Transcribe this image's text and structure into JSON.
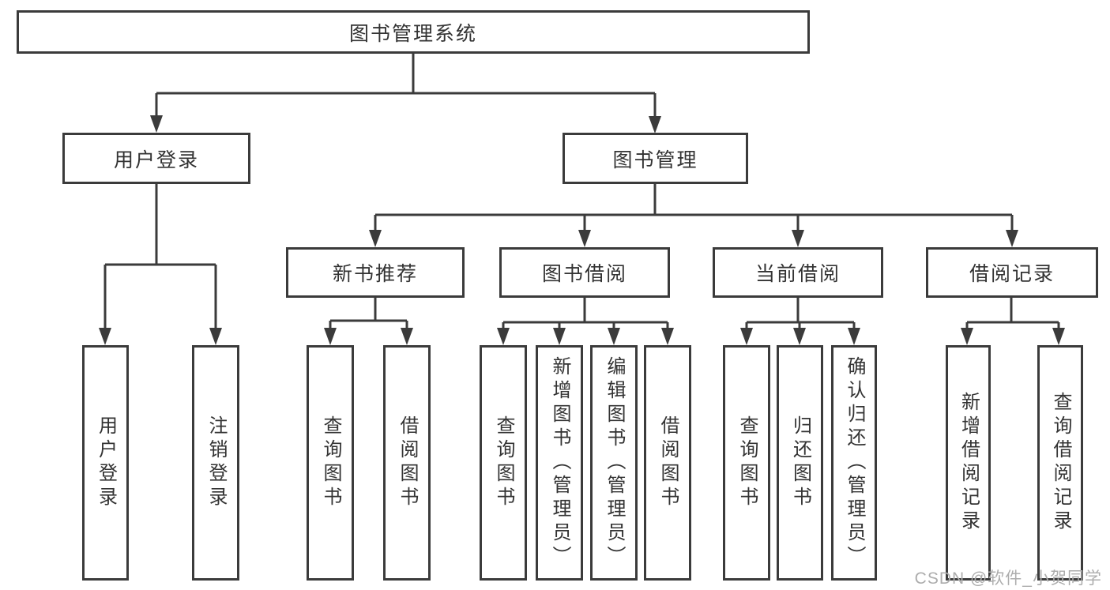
{
  "title": {
    "label": "图书管理系统"
  },
  "level1": {
    "user_login": {
      "label": "用户登录"
    },
    "book_mgmt": {
      "label": "图书管理"
    }
  },
  "level2": {
    "new_books": {
      "label": "新书推荐"
    },
    "borrowing": {
      "label": "图书借阅"
    },
    "current": {
      "label": "当前借阅"
    },
    "records": {
      "label": "借阅记录"
    }
  },
  "leaves": {
    "login": {
      "label": "用户登录"
    },
    "logout": {
      "label": "注销登录"
    },
    "nb_query": {
      "label": "查询图书"
    },
    "nb_borrow": {
      "label": "借阅图书"
    },
    "bw_query": {
      "label": "查询图书"
    },
    "bw_add": {
      "label": "新增图书（管理员）"
    },
    "bw_edit": {
      "label": "编辑图书（管理员）"
    },
    "bw_borrow": {
      "label": "借阅图书"
    },
    "cur_query": {
      "label": "查询图书"
    },
    "cur_return": {
      "label": "归还图书"
    },
    "cur_confirm": {
      "label": "确认归还（管理员）"
    },
    "rec_add": {
      "label": "新增借阅记录"
    },
    "rec_query": {
      "label": "查询借阅记录"
    }
  },
  "watermark": {
    "text": "CSDN @软件_小贺同学"
  },
  "colors": {
    "line": "#3b3b3b",
    "text": "#333333",
    "watermark": "#adadad",
    "background": "#ffffff"
  }
}
